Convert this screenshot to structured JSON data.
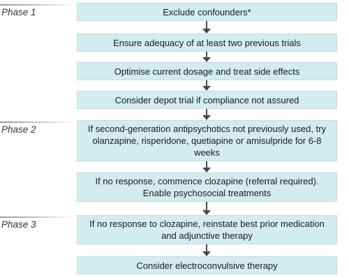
{
  "phases": [
    {
      "label": "Phase 1"
    },
    {
      "label": "Phase 2"
    },
    {
      "label": "Phase 3"
    }
  ],
  "steps": [
    {
      "text": "Exclude confounders*"
    },
    {
      "text": "Ensure adequacy of at least two previous trials"
    },
    {
      "text": "Optimise current dosage and treat side effects"
    },
    {
      "text": "Consider depot trial if compliance not assured"
    },
    {
      "text": "If second-generation antipsychotics not previously used, try olanzapine, risperidone, quetiapine or amisulpride for 6-8 weeks"
    },
    {
      "text": "If no response, commence clozapine (referral required). Enable psychosocial treatments"
    },
    {
      "text": "If no response to clozapine, reinstate best prior medication and adjunctive therapy"
    },
    {
      "text": "Consider electroconvulsive therapy"
    }
  ],
  "colors": {
    "box_fill": "#d3ecef",
    "arrow": "#4a4a4a",
    "phase_text": "#333333"
  }
}
